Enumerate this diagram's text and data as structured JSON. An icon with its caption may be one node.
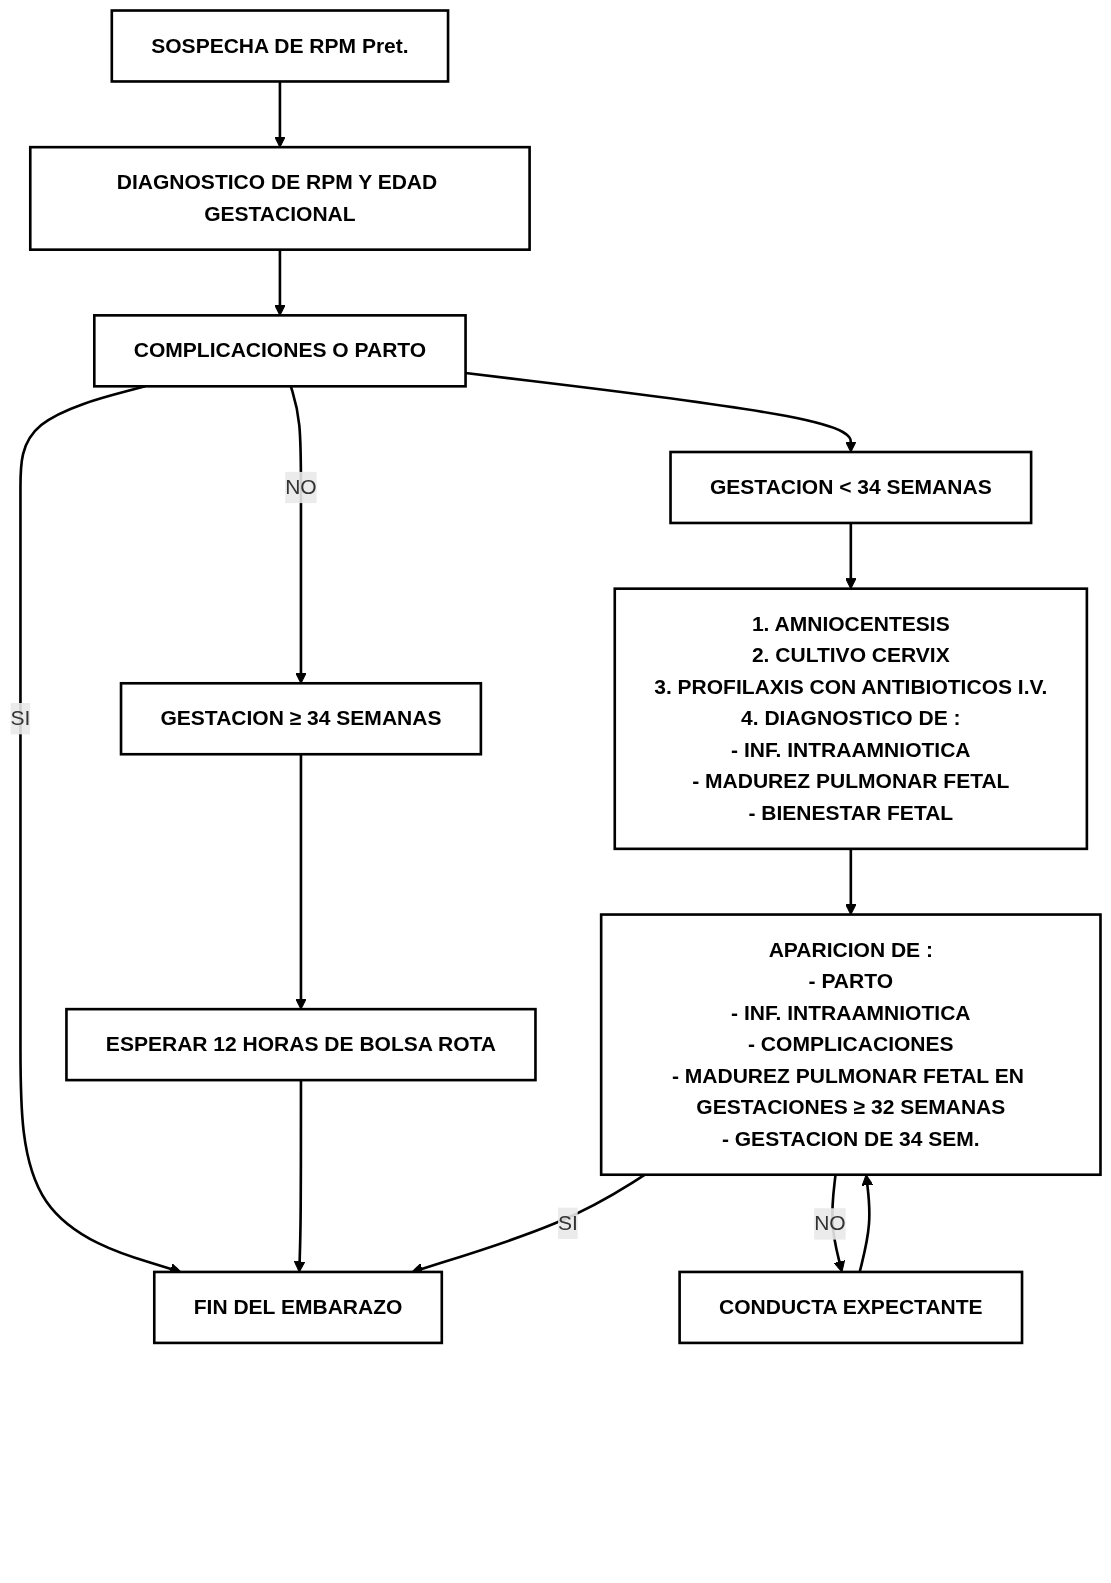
{
  "diagram": {
    "nodes": [
      {
        "text": [
          "SOSPECHA DE RPM Pret."
        ]
      },
      {
        "text": [
          "DIAGNOSTICO DE RPM Y EDAD GESTACIONAL"
        ]
      },
      {
        "text": [
          "FIN DEL EMBARAZO"
        ]
      },
      {
        "text": [
          "COMPLICACIONES O PARTO"
        ]
      },
      {
        "text": [
          "GESTACION ≥ 34 SEMANAS"
        ]
      },
      {
        "text": [
          "GESTACION < 34 SEMANAS"
        ]
      },
      {
        "text": [
          "ESPERAR 12 HORAS DE BOLSA ROTA"
        ]
      },
      {
        "text": [
          "1. AMNIOCENTESIS",
          "2. CULTIVO CERVIX",
          "3. PROFILAXIS CON ANTIBIOTICOS I.V.",
          "4. DIAGNOSTICO DE :",
          "- INF. INTRAAMNIOTICA",
          "- MADUREZ PULMONAR FETAL",
          "- BIENESTAR FETAL"
        ]
      },
      {
        "text": [
          "APARICION DE :",
          "- PARTO",
          "- INF. INTRAAMNIOTICA",
          "- COMPLICACIONES",
          "- MADUREZ PULMONAR FETAL EN GESTACIONES ≥ 32 SEMANAS",
          "- GESTACION DE 34 SEM."
        ]
      },
      {
        "text": [
          "CONDUCTA EXPECTANTE"
        ]
      }
    ],
    "edges": [
      {
        "from": 0,
        "to": 1,
        "arrow": "to"
      },
      {
        "from": 1,
        "to": 3,
        "arrow": "to"
      },
      {
        "from": 3,
        "to": 2,
        "arrow": "to",
        "label": "SI"
      },
      {
        "from": 3,
        "to": 4,
        "arrow": "to",
        "label": "NO"
      },
      {
        "from": 3,
        "to": 5,
        "arrow": "to"
      },
      {
        "from": 4,
        "to": 6,
        "arrow": "to"
      },
      {
        "from": 5,
        "to": 7,
        "arrow": "to"
      },
      {
        "from": 6,
        "to": 2,
        "arrow": "to"
      },
      {
        "from": 8,
        "to": 2,
        "arrow": "to",
        "label": "SI"
      },
      {
        "from": 7,
        "to": 8,
        "arrow": "to"
      },
      {
        "from": 8,
        "to": 9,
        "arrow": "to",
        "label": "NO"
      },
      {
        "from": 9,
        "to": 8,
        "arrow": "to"
      }
    ]
  }
}
